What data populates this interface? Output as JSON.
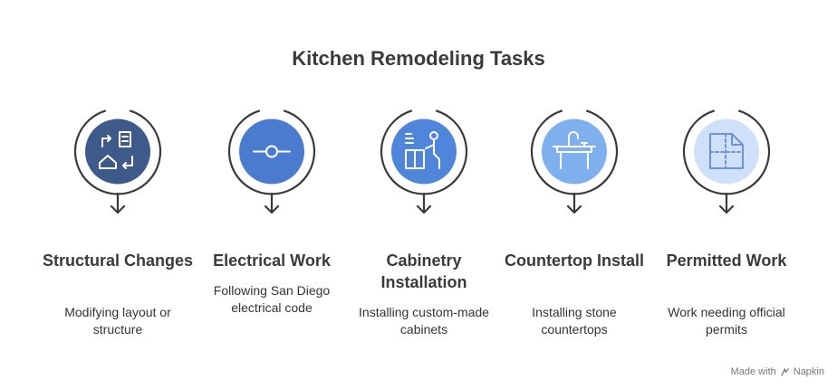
{
  "title": "Kitchen Remodeling Tasks",
  "footer": {
    "made_with": "Made with",
    "brand": "Napkin"
  },
  "steps": [
    {
      "label": "Structural Changes",
      "description": "Modifying layout or structure",
      "color": "#3d5a8a",
      "icon": "floor-plan-home-icon"
    },
    {
      "label": "Electrical Work",
      "description": "Following San Diego electrical code",
      "color": "#4a7bcf",
      "icon": "switch-line-icon"
    },
    {
      "label": "Cabinetry Installation",
      "description": "Installing custom-made cabinets",
      "color": "#4f86d9",
      "icon": "cabinet-worker-icon"
    },
    {
      "label": "Countertop Install",
      "description": "Installing stone countertops",
      "color": "#7fb0ee",
      "icon": "sink-countertop-icon"
    },
    {
      "label": "Permitted Work",
      "description": "Work needing official permits",
      "color": "#cfe0fb",
      "icon": "blueprint-document-icon"
    }
  ],
  "colors": {
    "ring": "#3a3a3a",
    "icon_light": "#ffffff",
    "icon_dark": "#6f93d6"
  }
}
